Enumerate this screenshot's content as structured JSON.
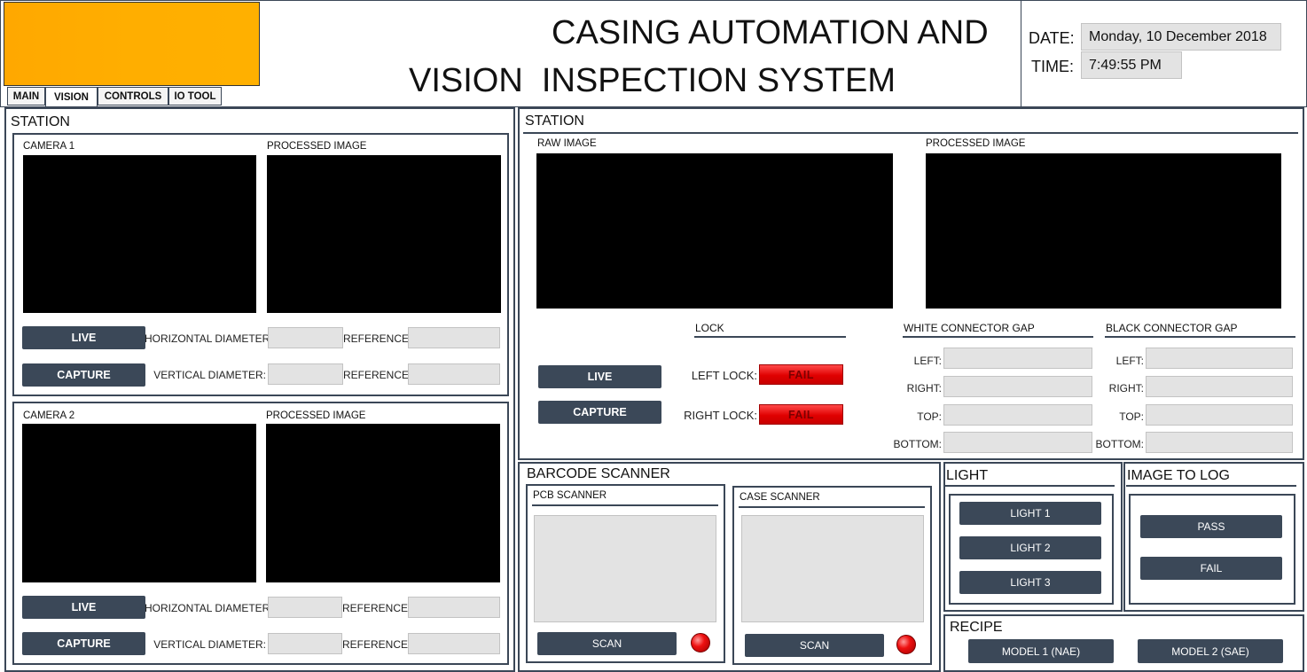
{
  "header": {
    "title_line1": "CASING AUTOMATION AND",
    "title_line2": "VISION  INSPECTION SYSTEM",
    "logo_color": "#ffaa00",
    "date_label": "DATE:",
    "date_value": "Monday, 10 December 2018",
    "time_label": "TIME:",
    "time_value": "7:49:55 PM"
  },
  "tabs": [
    "MAIN",
    "VISION",
    "CONTROLS",
    "IO TOOL"
  ],
  "active_tab": "VISION",
  "left_station": {
    "title": "STATION",
    "cameras": [
      {
        "camera_label": "CAMERA 1",
        "processed_label": "PROCESSED IMAGE",
        "live_label": "LIVE",
        "capture_label": "CAPTURE",
        "hdiam_label": "HORIZONTAL DIAMETER:",
        "vdiam_label": "VERTICAL DIAMETER:",
        "ref_label": "REFERENCE:",
        "hdiam_value": "",
        "vdiam_value": "",
        "href_value": "",
        "vref_value": ""
      },
      {
        "camera_label": "CAMERA 2",
        "processed_label": "PROCESSED IMAGE",
        "live_label": "LIVE",
        "capture_label": "CAPTURE",
        "hdiam_label": "HORIZONTAL DIAMETER:",
        "vdiam_label": "VERTICAL DIAMETER:",
        "ref_label": "REFERENCE:",
        "hdiam_value": "",
        "vdiam_value": "",
        "href_value": "",
        "vref_value": ""
      }
    ]
  },
  "right_station": {
    "title": "STATION",
    "raw_label": "RAW IMAGE",
    "processed_label": "PROCESSED IMAGE",
    "live_label": "LIVE",
    "capture_label": "CAPTURE",
    "lock": {
      "title": "LOCK",
      "left_label": "LEFT LOCK:",
      "left_status": "FAIL",
      "right_label": "RIGHT LOCK:",
      "right_status": "FAIL",
      "fail_color": "#e00000"
    },
    "white_gap": {
      "title": "WHITE CONNECTOR GAP",
      "labels": [
        "LEFT:",
        "RIGHT:",
        "TOP:",
        "BOTTOM:"
      ],
      "values": [
        "",
        "",
        "",
        ""
      ]
    },
    "black_gap": {
      "title": "BLACK CONNECTOR GAP",
      "labels": [
        "LEFT:",
        "RIGHT:",
        "TOP:",
        "BOTTOM:"
      ],
      "values": [
        "",
        "",
        "",
        ""
      ]
    }
  },
  "barcode": {
    "title": "BARCODE SCANNER",
    "pcb": {
      "title": "PCB SCANNER",
      "scan_label": "SCAN",
      "value": ""
    },
    "case": {
      "title": "CASE SCANNER",
      "scan_label": "SCAN",
      "value": ""
    }
  },
  "light": {
    "title": "LIGHT",
    "buttons": [
      "LIGHT 1",
      "LIGHT 2",
      "LIGHT 3"
    ]
  },
  "image_to_log": {
    "title": "IMAGE TO LOG",
    "pass_label": "PASS",
    "fail_label": "FAIL"
  },
  "recipe": {
    "title": "RECIPE",
    "model1_label": "MODEL 1 (NAE)",
    "model2_label": "MODEL 2 (SAE)"
  },
  "colors": {
    "panel_border": "#3b4757",
    "button_bg": "#3b4858",
    "field_bg": "#e3e3e3"
  }
}
